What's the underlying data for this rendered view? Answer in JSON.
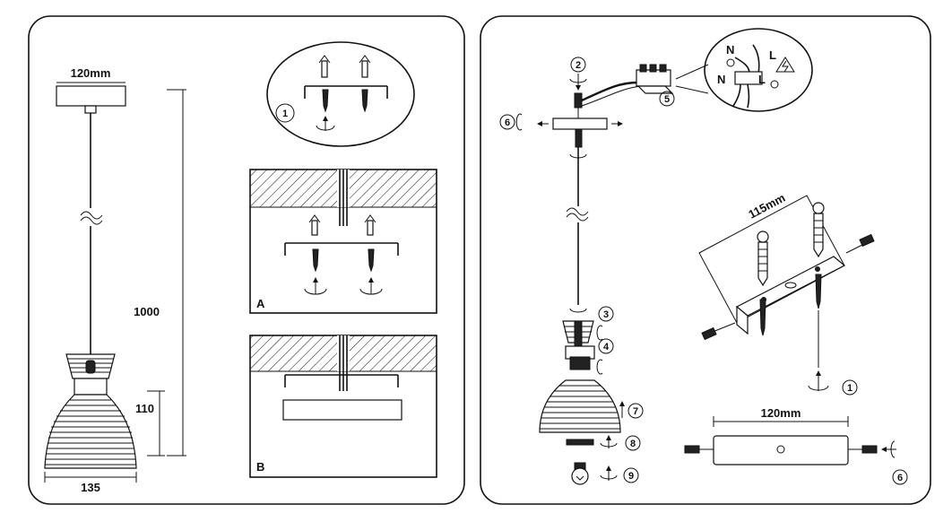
{
  "left_panel": {
    "canopy_width": "120mm",
    "height": "1000",
    "shade_height": "110",
    "shade_width": "135",
    "step_1": "1",
    "detail_a": "A",
    "detail_b": "B"
  },
  "right_panel": {
    "step_1": "1",
    "step_2": "2",
    "step_3": "3",
    "step_4": "4",
    "step_5": "5",
    "step_6_top": "6",
    "step_6_bottom": "6",
    "step_7": "7",
    "step_8": "8",
    "step_9": "9",
    "bracket_length": "115mm",
    "canopy_width": "120mm",
    "wire_n_top": "N",
    "wire_l_top": "L",
    "wire_n_bottom": "N",
    "wire_l_bottom": "L"
  }
}
